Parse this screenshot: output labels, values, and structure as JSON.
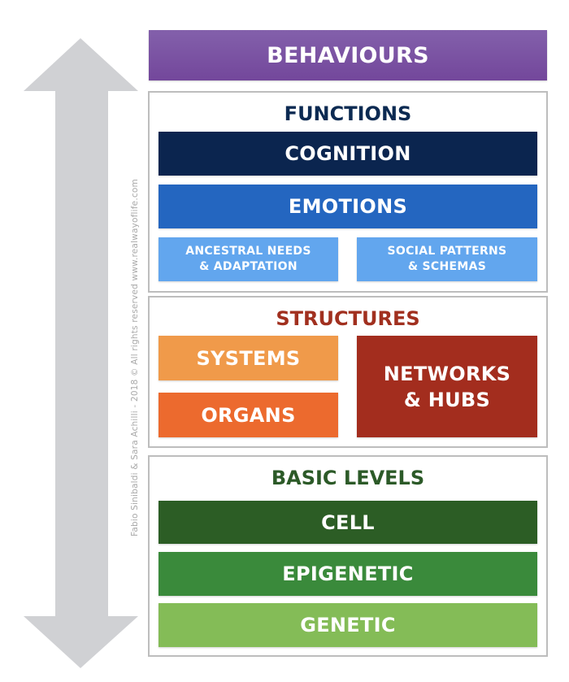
{
  "diagram": {
    "arrow": {
      "icon": "double-headed-vertical-arrow-icon",
      "color": "#d0d1d4"
    },
    "credit": "Fabio Sinibaldi & Sara Achilli - 2018 © All rights reserved www.realwayoflife.com",
    "behaviours": {
      "label": "BEHAVIOURS",
      "color": "#7b52a3"
    },
    "functions": {
      "title": "FUNCTIONS",
      "title_color": "#0c2a52",
      "cognition": {
        "label": "COGNITION",
        "color": "#0b254f"
      },
      "emotions": {
        "label": "EMOTIONS",
        "color": "#2466c0"
      },
      "ancestral": {
        "line1": "ANCESTRAL NEEDS",
        "line2": "& ADAPTATION",
        "color": "#62a6ee"
      },
      "social": {
        "line1": "SOCIAL PATTERNS",
        "line2": "& SCHEMAS",
        "color": "#62a6ee"
      }
    },
    "structures": {
      "title": "STRUCTURES",
      "title_color": "#a1301f",
      "systems": {
        "label": "SYSTEMS",
        "color": "#f09a4a"
      },
      "organs": {
        "label": "ORGANS",
        "color": "#ec6a2e"
      },
      "networks": {
        "line1": "NETWORKS",
        "line2": "& HUBS",
        "color": "#a32d1e"
      }
    },
    "basic": {
      "title": "BASIC LEVELS",
      "title_color": "#2c5a28",
      "cell": {
        "label": "CELL",
        "color": "#2c5d25"
      },
      "epigenetic": {
        "label": "EPIGENETIC",
        "color": "#3a8a3b"
      },
      "genetic": {
        "label": "GENETIC",
        "color": "#84bc57"
      }
    }
  }
}
